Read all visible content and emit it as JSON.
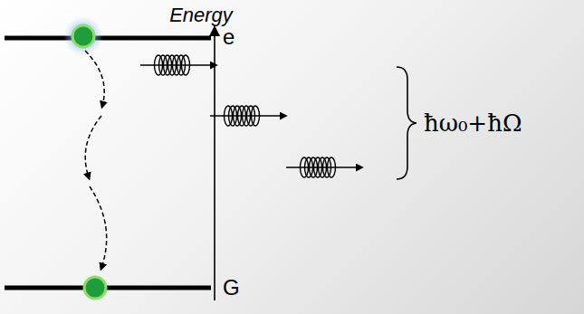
{
  "diagram": {
    "labels": [
      "Energy",
      "e",
      "G",
      "ħω₀+ħΩ"
    ]
  }
}
